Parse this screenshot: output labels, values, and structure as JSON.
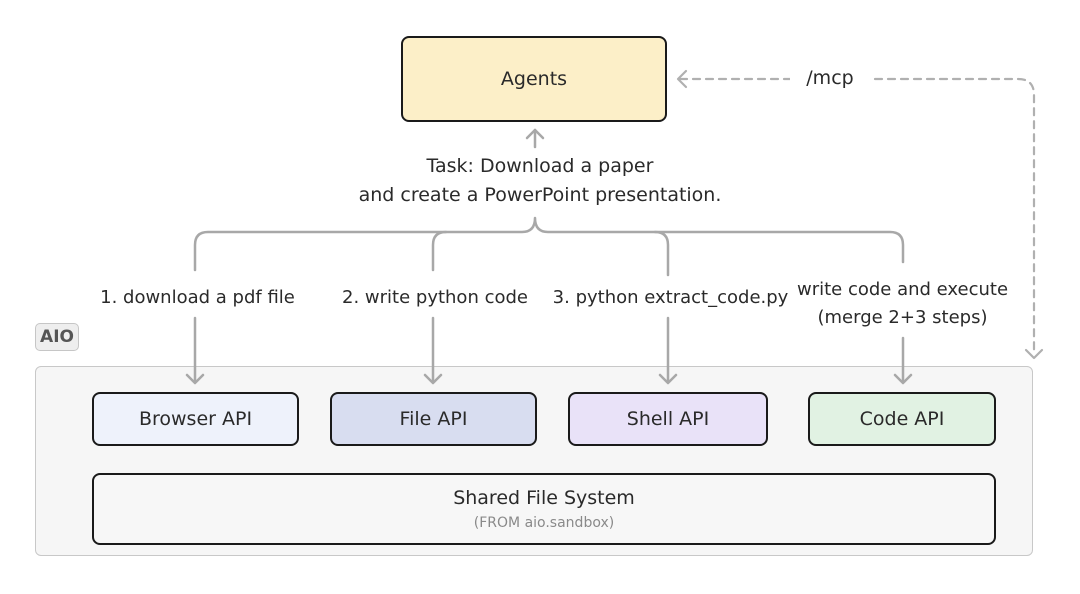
{
  "colors": {
    "agents_fill": "#fcefc8",
    "browser_fill": "#eef2fb",
    "file_fill": "#d8ddf0",
    "shell_fill": "#e9e2f8",
    "code_fill": "#e1f2e3",
    "wire": "#a8a8a8",
    "box_border": "#1a1a1a"
  },
  "agents": {
    "label": "Agents"
  },
  "mcp": {
    "label": "/mcp"
  },
  "task": {
    "line1": "Task: Download a paper",
    "line2": "and create a PowerPoint presentation."
  },
  "container": {
    "tag": "AIO"
  },
  "steps": [
    {
      "label": "1. download a pdf file"
    },
    {
      "label": "2. write python code"
    },
    {
      "label": "3. python extract_code.py"
    },
    {
      "label_line1": "write code and execute",
      "label_line2": "(merge 2+3 steps)"
    }
  ],
  "apis": [
    {
      "label": "Browser API"
    },
    {
      "label": "File API"
    },
    {
      "label": "Shell API"
    },
    {
      "label": "Code API"
    }
  ],
  "shared_fs": {
    "title": "Shared File System",
    "subtitle": "(FROM aio.sandbox)"
  }
}
